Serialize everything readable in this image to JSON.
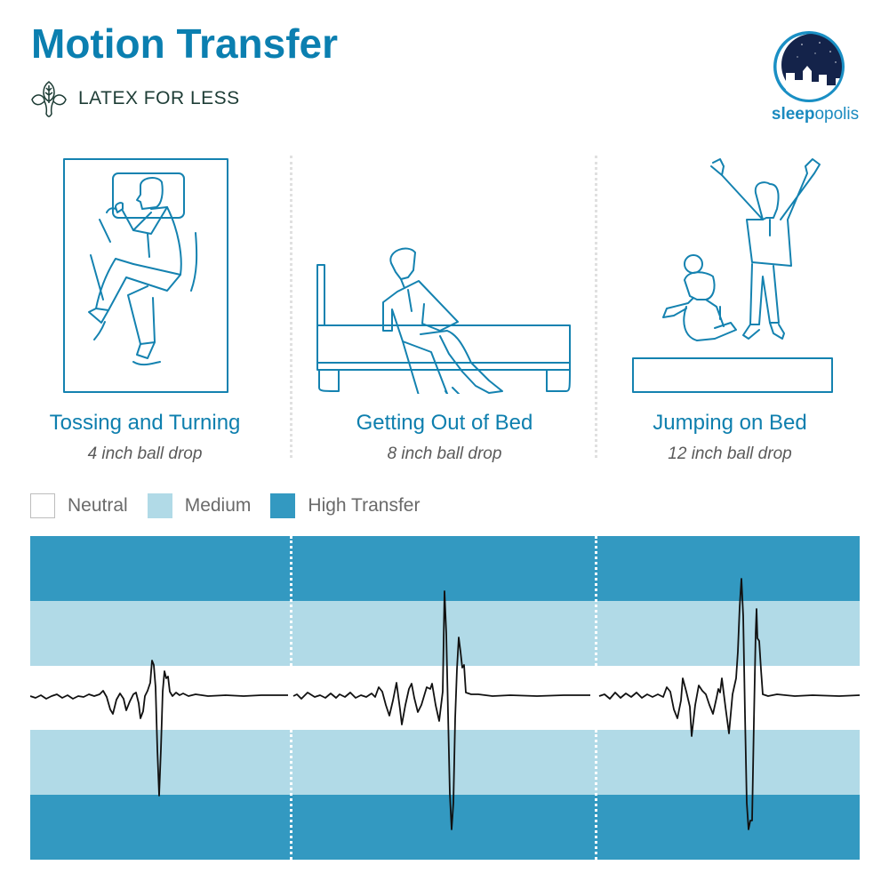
{
  "header": {
    "title": "Motion Transfer",
    "brand": "LATEX FOR LESS",
    "publisher_logo": {
      "prefix": "sleep",
      "suffix": "opolis"
    }
  },
  "scenes": [
    {
      "title": "Tossing and Turning",
      "subtitle": "4 inch ball drop",
      "icon": "person-tossing-in-bed-icon"
    },
    {
      "title": "Getting Out of Bed",
      "subtitle": "8 inch ball drop",
      "icon": "person-sitting-on-bed-edge-icon"
    },
    {
      "title": "Jumping on Bed",
      "subtitle": "12 inch ball drop",
      "icon": "adult-and-child-jumping-icon"
    }
  ],
  "legend": [
    {
      "label": "Neutral",
      "color": "#ffffff"
    },
    {
      "label": "Medium",
      "color": "#b1dae7"
    },
    {
      "label": "High Transfer",
      "color": "#3399c1"
    }
  ],
  "colors": {
    "title": "#0b7fb0",
    "high": "#3399c1",
    "medium": "#b1dae7",
    "neutral": "#ffffff",
    "trace": "#111111"
  },
  "chart_data": {
    "type": "line",
    "title": "Motion Transfer",
    "xlabel": "",
    "ylabel": "",
    "grid": false,
    "legend_position": "top-left",
    "bands": [
      {
        "label": "High Transfer",
        "range": [
          2,
          3
        ]
      },
      {
        "label": "Medium",
        "range": [
          1,
          2
        ]
      },
      {
        "label": "Neutral",
        "range": [
          -1,
          1
        ]
      },
      {
        "label": "Medium",
        "range": [
          -2,
          -1
        ]
      },
      {
        "label": "High Transfer",
        "range": [
          -3,
          -2
        ]
      }
    ],
    "ylim": [
      -2.5,
      2.5
    ],
    "series": [
      {
        "name": "Tossing and Turning (4 inch ball drop)",
        "peak_up": 0.8,
        "peak_down": -2.0,
        "max_zone": "Medium"
      },
      {
        "name": "Getting Out of Bed (8 inch ball drop)",
        "peak_up": 2.3,
        "peak_down": -2.5,
        "max_zone": "High Transfer"
      },
      {
        "name": "Jumping on Bed (12 inch ball drop)",
        "peak_up": 2.5,
        "peak_down": -2.6,
        "max_zone": "High Transfer"
      }
    ]
  }
}
